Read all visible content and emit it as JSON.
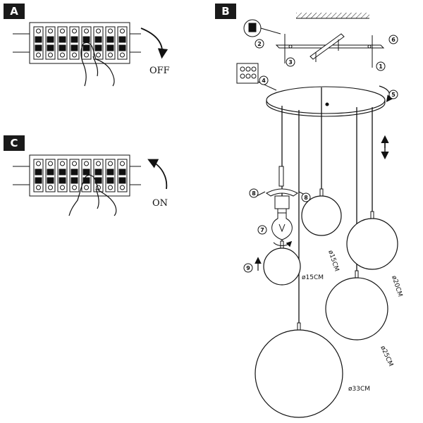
{
  "panels": {
    "a": {
      "tag": "A",
      "state": "OFF"
    },
    "c": {
      "tag": "C",
      "state": "ON"
    },
    "b": {
      "tag": "B"
    }
  },
  "steps": [
    "1",
    "2",
    "3",
    "4",
    "5",
    "6",
    "7",
    "8",
    "8",
    "9"
  ],
  "globes": [
    {
      "size": "ø15CM"
    },
    {
      "size": "ø15CM"
    },
    {
      "size": "ø20CM"
    },
    {
      "size": "ø25CM"
    },
    {
      "size": "ø33CM"
    }
  ],
  "colors": {
    "ink": "#111111",
    "panel_tag": "#1a1a1a"
  }
}
